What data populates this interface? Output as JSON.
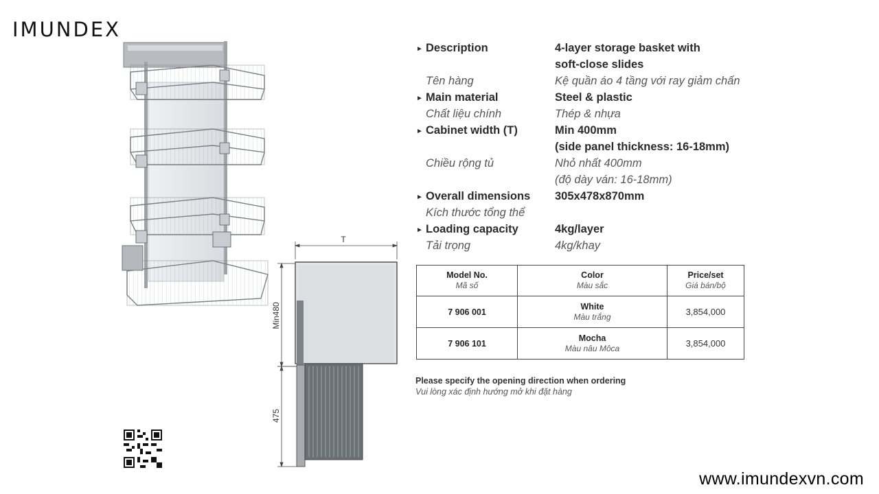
{
  "brand": {
    "logo_text": "IMUNDEX",
    "website": "www.imundexvn.com"
  },
  "diagram": {
    "width_label": "T",
    "depth_label": "Min480",
    "height_label": "475"
  },
  "specs": {
    "description": {
      "label_en": "Description",
      "value_en_1": "4-layer storage basket with",
      "value_en_2": "soft-close slides",
      "label_vi": "Tên hàng",
      "value_vi": "Kệ quần áo 4 tầng với ray giảm chấn"
    },
    "material": {
      "label_en": "Main material",
      "value_en": "Steel & plastic",
      "label_vi": "Chất liệu chính",
      "value_vi": "Thép & nhựa"
    },
    "cabinet": {
      "label_en": "Cabinet width (T)",
      "value_en_1": "Min 400mm",
      "value_en_2": "(side panel thickness: 16-18mm)",
      "label_vi": "Chiều rộng tủ",
      "value_vi_1": "Nhỏ nhất 400mm",
      "value_vi_2": "(độ dày ván: 16-18mm)"
    },
    "dimensions": {
      "label_en": "Overall dimensions",
      "value_en": "305x478x870mm",
      "label_vi": "Kích thước tổng thể"
    },
    "capacity": {
      "label_en": "Loading capacity",
      "value_en": "4kg/layer",
      "label_vi": "Tải trọng",
      "value_vi": "4kg/khay"
    }
  },
  "table": {
    "headers": [
      {
        "en": "Model No.",
        "vi": "Mã số"
      },
      {
        "en": "Color",
        "vi": "Màu sắc"
      },
      {
        "en": "Price/set",
        "vi": "Giá bán/bộ"
      }
    ],
    "rows": [
      {
        "model": "7 906 001",
        "color_en": "White",
        "color_vi": "Màu trắng",
        "price": "3,854,000"
      },
      {
        "model": "7 906 101",
        "color_en": "Mocha",
        "color_vi": "Màu nâu Môca",
        "price": "3,854,000"
      }
    ]
  },
  "note": {
    "en": "Please specify the opening direction when ordering",
    "vi": "Vui lòng xác định hướng mở khi đặt hàng"
  }
}
